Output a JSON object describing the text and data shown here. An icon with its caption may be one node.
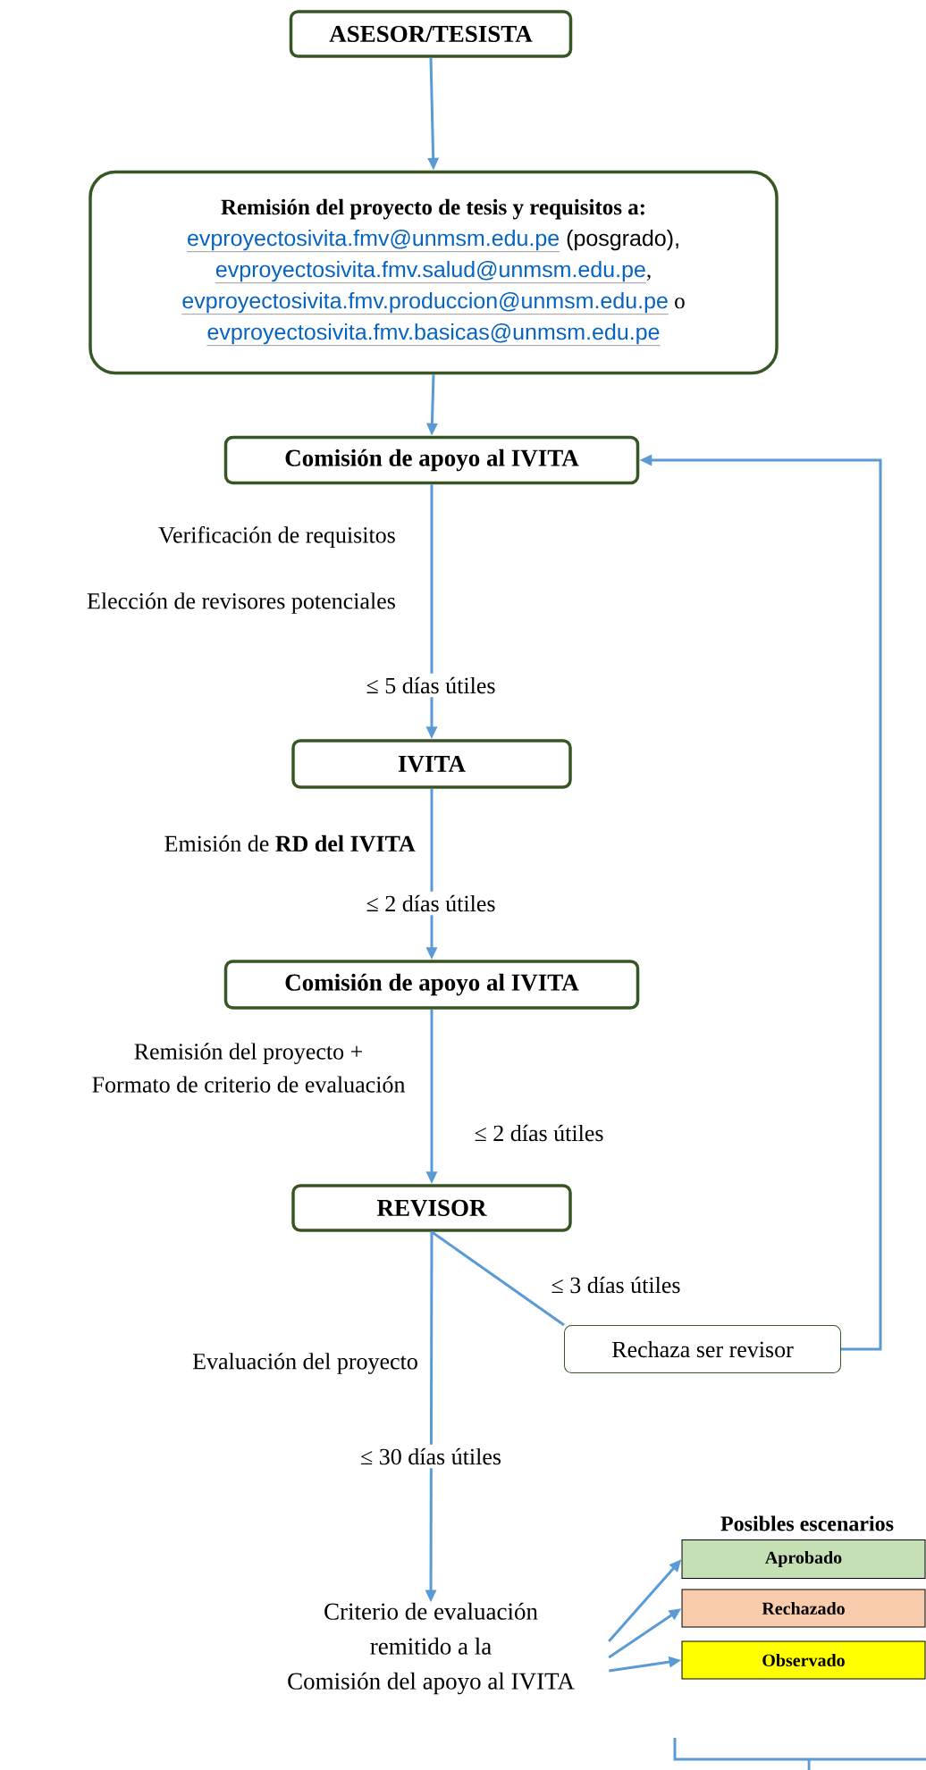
{
  "diagram": {
    "nodes": [
      {
        "text": [
          "ASESOR/TESISTA"
        ]
      },
      {
        "text": [
          "Remisión del proyecto de tesis y requisitos a:",
          "evproyectosivita.fmv@unmsm.edu.pe",
          "(posgrado),",
          "evproyectosivita.fmv.salud@unmsm.edu.pe",
          ",",
          "evproyectosivita.fmv.produccion@unmsm.edu.pe",
          "o",
          "evproyectosivita.fmv.basicas@unmsm.edu.pe"
        ]
      },
      {
        "text": [
          "Comisión de apoyo al IVITA"
        ]
      },
      {
        "text": [
          "IVITA"
        ]
      },
      {
        "text": [
          "Comisión de apoyo al IVITA"
        ]
      },
      {
        "text": [
          "REVISOR"
        ]
      },
      {
        "text": [
          "Rechaza ser revisor"
        ]
      },
      {
        "text": [
          "Criterio de evaluación remitido a la Comisión del apoyo al IVITA"
        ]
      },
      {
        "text": [
          "Aprobado"
        ]
      },
      {
        "text": [
          "Rechazado"
        ]
      },
      {
        "text": [
          "Observado"
        ]
      }
    ],
    "edges": [
      {
        "from": 0,
        "to": 1,
        "arrow": "to"
      },
      {
        "from": 1,
        "to": 2,
        "arrow": "to"
      },
      {
        "from": 2,
        "to": 3,
        "arrow": "to",
        "label": "≤ 5 días útiles"
      },
      {
        "from": 3,
        "to": 4,
        "arrow": "to",
        "label": "≤ 2 días útiles"
      },
      {
        "from": 4,
        "to": 5,
        "arrow": "to",
        "label": "≤ 2 días útiles"
      },
      {
        "from": 5,
        "to": 6,
        "arrow": "none",
        "label": "≤ 3 días útiles"
      },
      {
        "from": 6,
        "to": 2,
        "arrow": "to"
      },
      {
        "from": 5,
        "to": 7,
        "arrow": "to",
        "label": "≤ 30 días útiles"
      },
      {
        "from": 7,
        "to": 8,
        "arrow": "to"
      },
      {
        "from": 7,
        "to": 9,
        "arrow": "to"
      },
      {
        "from": 7,
        "to": 10,
        "arrow": "to"
      }
    ],
    "labels": [
      "Verificación de requisitos",
      "Elección de revisores potenciales",
      "Emisión de **RD del IVITA**",
      "Remisión del proyecto + Formato de criterio de evaluación",
      "Evaluación del proyecto",
      "Posibles escenarios"
    ]
  }
}
